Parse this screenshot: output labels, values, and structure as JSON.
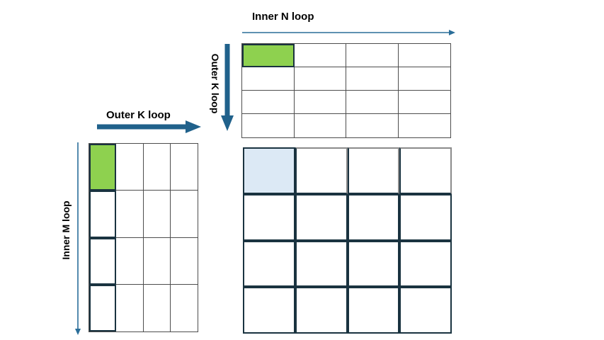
{
  "labels": {
    "inner_n_loop": "Inner N loop",
    "outer_k_loop_vertical": "Outer K loop",
    "outer_k_loop_horizontal": "Outer K loop",
    "inner_m_loop": "Inner M loop"
  },
  "colors": {
    "arrow": "#20618B",
    "thin_arrow": "#2A6E99",
    "cell_border_navy": "#1A3340",
    "grid_line": "#4D4D4D",
    "grid_line_light": "#8B8B8B",
    "highlight_green": "#8ED14F",
    "highlight_blue": "#DCE9F5",
    "background": "#FFFFFF",
    "label_text": "#000000"
  },
  "grids": {
    "matrix_b": {
      "rows": 4,
      "cols": 4,
      "highlight": {
        "row": 0,
        "col": 0,
        "color": "green"
      }
    },
    "matrix_a": {
      "rows": 4,
      "cols": 4,
      "highlight": {
        "row": 0,
        "col": 0,
        "color": "green"
      }
    },
    "matrix_c": {
      "rows": 4,
      "cols": 4,
      "highlight": {
        "row": 0,
        "col": 0,
        "color": "blue"
      }
    }
  }
}
